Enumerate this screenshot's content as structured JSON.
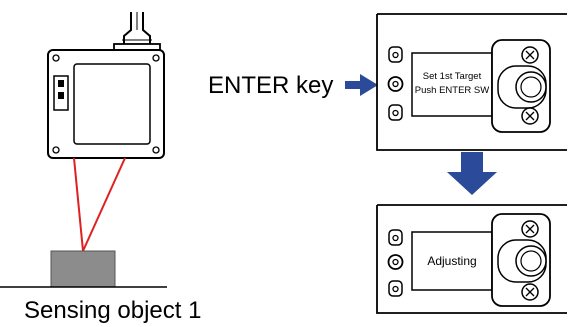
{
  "labels": {
    "enter_key": "ENTER key",
    "sensing_object": "Sensing object 1"
  },
  "top_panel": {
    "line1": "Set 1st Target",
    "line2": "Push ENTER SW"
  },
  "bottom_panel": {
    "text": "Adjusting"
  },
  "colors": {
    "arrow": "#2b4a9a",
    "laser": "#e02020",
    "object_fill": "#8c8c8c"
  },
  "icons": [
    "sensor-head",
    "enter-arrow-icon",
    "down-arrow-icon",
    "cable-icon"
  ]
}
